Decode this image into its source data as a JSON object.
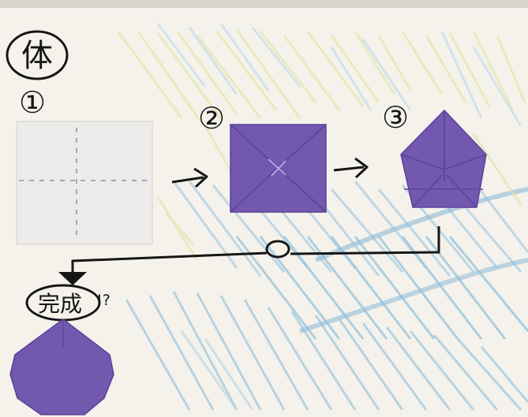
{
  "title": "体",
  "steps": [
    {
      "number": "①"
    },
    {
      "number": "②"
    },
    {
      "number": "③"
    }
  ],
  "finish": {
    "label": "完成",
    "mark": "!?"
  },
  "colors": {
    "paper": "#ecebea",
    "fold_line": "#8f8f95",
    "origami": "#7358b0",
    "origami_dark": "#5e469c",
    "crayon_blue": "#7fb5d8",
    "crayon_yellow": "#e6e7a8",
    "ink": "#161616"
  }
}
